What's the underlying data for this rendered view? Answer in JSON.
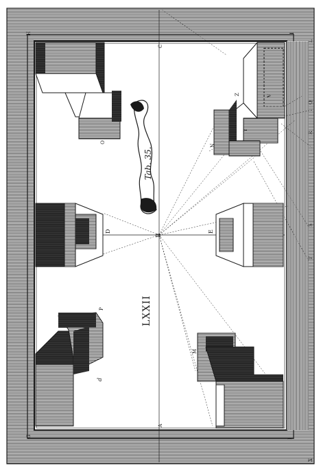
{
  "plate": {
    "title": "LXXII",
    "scroll_label": "Tab. 35."
  },
  "letters": {
    "top_left_H": "H",
    "top_C": "C",
    "top_right_I": "I",
    "right_L": "L",
    "right_Q": "Q",
    "right_R": "R",
    "right_S": "S",
    "right_T": "T",
    "bottom_left_G": "G",
    "bottom_A": "A",
    "bottom_right_I": "I",
    "corner_X": "X",
    "vp_B": "B",
    "label_D": "D",
    "label_E": "E",
    "label_O": "O",
    "label_N": "N",
    "label_Y": "Y",
    "label_Z": "Z",
    "label_V": "V",
    "label_P": "P",
    "label_M": "M",
    "label_d": "d"
  },
  "colors": {
    "ink": "#1a1a1a",
    "paper": "#ffffff",
    "hatch": "#3a3a3a"
  }
}
